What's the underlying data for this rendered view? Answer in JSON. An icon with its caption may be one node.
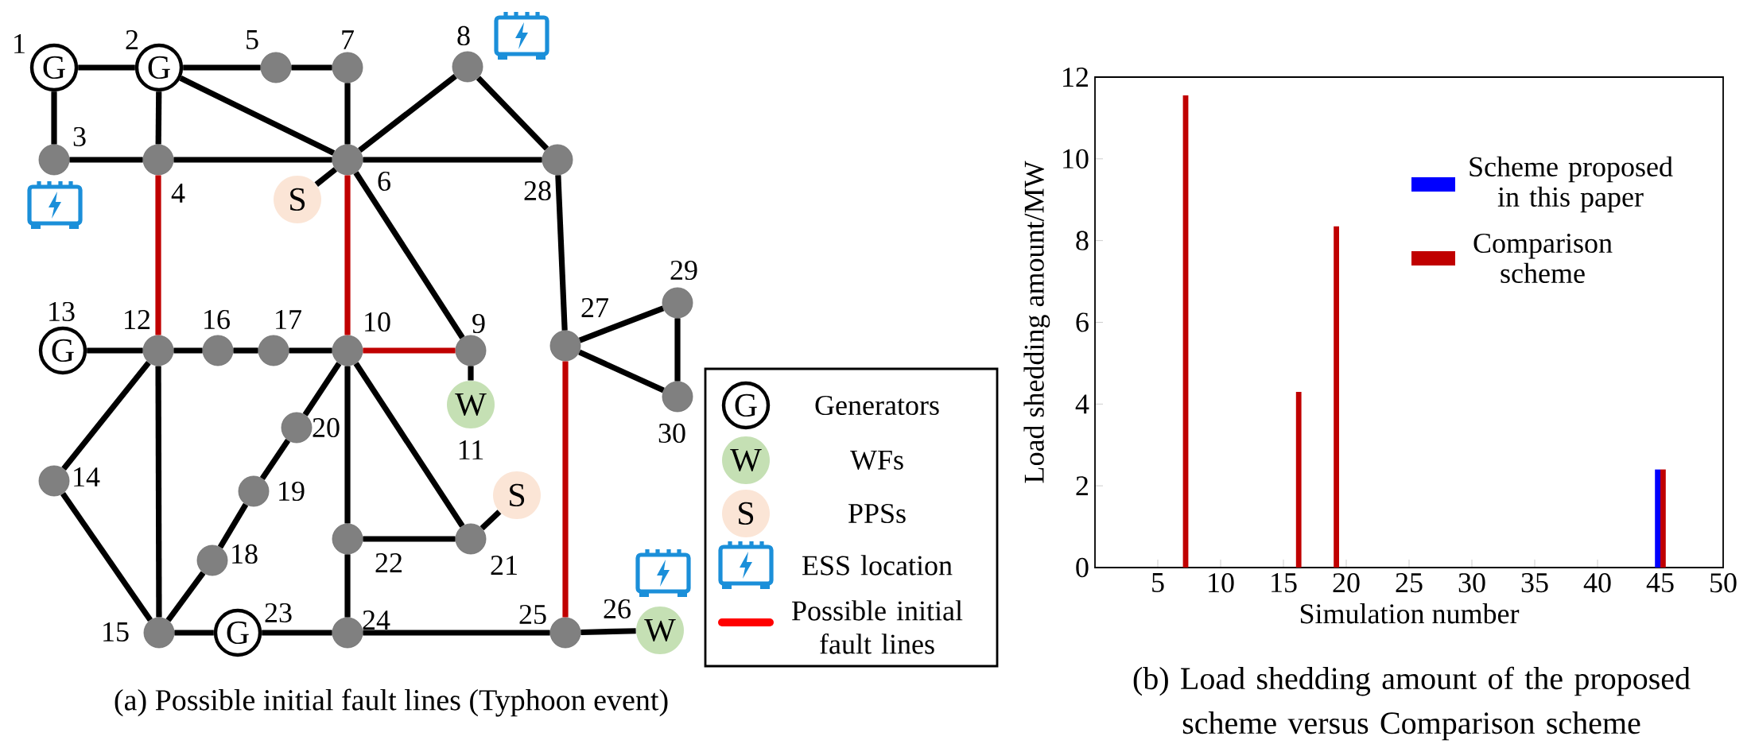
{
  "diagram": {
    "nodes": [
      {
        "text": [
          "G"
        ],
        "beside": [
          "1"
        ]
      },
      {
        "text": [
          "G"
        ],
        "beside": [
          "2"
        ]
      },
      {
        "text": [],
        "shape": "circle",
        "beside": [
          "3"
        ]
      },
      {
        "text": [],
        "shape": "circle",
        "beside": [
          "4"
        ]
      },
      {
        "text": [],
        "shape": "circle",
        "beside": [
          "5"
        ]
      },
      {
        "text": [],
        "shape": "circle",
        "beside": [
          "6"
        ]
      },
      {
        "text": [],
        "shape": "circle",
        "beside": [
          "7"
        ]
      },
      {
        "text": [],
        "shape": "circle",
        "beside": [
          "8"
        ]
      },
      {
        "text": [],
        "shape": "circle",
        "beside": [
          "9"
        ]
      },
      {
        "text": [],
        "shape": "circle",
        "beside": [
          "10"
        ]
      },
      {
        "text": [
          "W"
        ],
        "beside": [
          "11"
        ]
      },
      {
        "text": [],
        "shape": "circle",
        "beside": [
          "12"
        ]
      },
      {
        "text": [
          "G"
        ],
        "beside": [
          "13"
        ]
      },
      {
        "text": [],
        "shape": "circle",
        "beside": [
          "14"
        ]
      },
      {
        "text": [],
        "shape": "circle",
        "beside": [
          "15"
        ]
      },
      {
        "text": [],
        "shape": "circle",
        "beside": [
          "16"
        ]
      },
      {
        "text": [],
        "shape": "circle",
        "beside": [
          "17"
        ]
      },
      {
        "text": [],
        "shape": "circle",
        "beside": [
          "18"
        ]
      },
      {
        "text": [],
        "shape": "circle",
        "beside": [
          "19"
        ]
      },
      {
        "text": [],
        "shape": "circle",
        "beside": [
          "20"
        ]
      },
      {
        "text": [],
        "shape": "circle",
        "beside": [
          "21"
        ]
      },
      {
        "text": [],
        "shape": "circle",
        "beside": [
          "22"
        ]
      },
      {
        "text": [
          "G"
        ],
        "beside": [
          "23"
        ]
      },
      {
        "text": [],
        "shape": "circle",
        "beside": [
          "24"
        ]
      },
      {
        "text": [],
        "shape": "circle",
        "beside": [
          "25"
        ]
      },
      {
        "text": [
          "W"
        ],
        "beside": [
          "26"
        ]
      },
      {
        "text": [],
        "shape": "circle",
        "beside": [
          "27"
        ]
      },
      {
        "text": [],
        "shape": "circle",
        "beside": [
          "28"
        ]
      },
      {
        "text": [],
        "shape": "circle",
        "beside": [
          "29"
        ]
      },
      {
        "text": [],
        "shape": "circle",
        "beside": [
          "30"
        ]
      },
      {
        "text": [
          "S"
        ]
      },
      {
        "text": [
          "S"
        ]
      }
    ],
    "edges": [
      {
        "from": 0,
        "to": 1,
        "arrow": "none"
      },
      {
        "from": 0,
        "to": 2,
        "arrow": "none"
      },
      {
        "from": 1,
        "to": 4,
        "arrow": "none"
      },
      {
        "from": 4,
        "to": 6,
        "arrow": "none"
      },
      {
        "from": 1,
        "to": 3,
        "arrow": "none"
      },
      {
        "from": 1,
        "to": 5,
        "arrow": "none"
      },
      {
        "from": 2,
        "to": 3,
        "arrow": "none"
      },
      {
        "from": 3,
        "to": 5,
        "arrow": "none"
      },
      {
        "from": 6,
        "to": 5,
        "arrow": "none"
      },
      {
        "from": 5,
        "to": 7,
        "arrow": "none"
      },
      {
        "from": 7,
        "to": 27,
        "arrow": "none"
      },
      {
        "from": 5,
        "to": 27,
        "arrow": "none"
      },
      {
        "from": 30,
        "to": 5,
        "arrow": "none"
      },
      {
        "from": 3,
        "to": 11,
        "arrow": "none",
        "color": "#c00000"
      },
      {
        "from": 5,
        "to": 9,
        "arrow": "none",
        "color": "#c00000"
      },
      {
        "from": 5,
        "to": 8,
        "arrow": "none"
      },
      {
        "from": 27,
        "to": 26,
        "arrow": "none"
      },
      {
        "from": 26,
        "to": 28,
        "arrow": "none"
      },
      {
        "from": 26,
        "to": 29,
        "arrow": "none"
      },
      {
        "from": 28,
        "to": 29,
        "arrow": "none"
      },
      {
        "from": 12,
        "to": 11,
        "arrow": "none"
      },
      {
        "from": 11,
        "to": 15,
        "arrow": "none"
      },
      {
        "from": 15,
        "to": 16,
        "arrow": "none"
      },
      {
        "from": 16,
        "to": 9,
        "arrow": "none"
      },
      {
        "from": 9,
        "to": 8,
        "arrow": "none",
        "color": "#c00000"
      },
      {
        "from": 8,
        "to": 10,
        "arrow": "none"
      },
      {
        "from": 11,
        "to": 13,
        "arrow": "none"
      },
      {
        "from": 11,
        "to": 14,
        "arrow": "none"
      },
      {
        "from": 13,
        "to": 14,
        "arrow": "none"
      },
      {
        "from": 9,
        "to": 19,
        "arrow": "none"
      },
      {
        "from": 19,
        "to": 18,
        "arrow": "none"
      },
      {
        "from": 18,
        "to": 17,
        "arrow": "none"
      },
      {
        "from": 17,
        "to": 14,
        "arrow": "none"
      },
      {
        "from": 9,
        "to": 21,
        "arrow": "none"
      },
      {
        "from": 9,
        "to": 20,
        "arrow": "none"
      },
      {
        "from": 21,
        "to": 20,
        "arrow": "none"
      },
      {
        "from": 20,
        "to": 31,
        "arrow": "none"
      },
      {
        "from": 21,
        "to": 23,
        "arrow": "none"
      },
      {
        "from": 14,
        "to": 22,
        "arrow": "none"
      },
      {
        "from": 22,
        "to": 23,
        "arrow": "none"
      },
      {
        "from": 23,
        "to": 24,
        "arrow": "none"
      },
      {
        "from": 26,
        "to": 24,
        "arrow": "none",
        "color": "#c00000"
      },
      {
        "from": 24,
        "to": 25,
        "arrow": "none"
      }
    ],
    "labels": [
      "G",
      "W",
      "S",
      "(a) Possible initial fault lines (Typhoon event)",
      "(b) Load shedding amount of the proposed scheme versus Comparison scheme"
    ],
    "legend": [
      {
        "text": "Generators"
      },
      {
        "text": "WFs"
      },
      {
        "text": "PPSs"
      },
      {
        "text": "ESS location"
      },
      {
        "text": "Possible initial fault lines"
      }
    ],
    "chart_data": {
      "type": "bar",
      "xlabel": "Simulation number",
      "ylabel": "Load shedding amount/MW",
      "x": [
        1,
        2,
        3,
        4,
        5,
        6,
        7,
        8,
        9,
        10,
        11,
        12,
        13,
        14,
        15,
        16,
        17,
        18,
        19,
        20,
        21,
        22,
        23,
        24,
        25,
        26,
        27,
        28,
        29,
        30,
        31,
        32,
        33,
        34,
        35,
        36,
        37,
        38,
        39,
        40,
        41,
        42,
        43,
        44,
        45,
        46,
        47,
        48,
        49,
        50
      ],
      "series": [
        {
          "name": "Scheme proposed in this paper",
          "color": "#0000ff",
          "values": [
            0,
            0,
            0,
            0,
            0,
            0,
            0,
            0,
            0,
            0,
            0,
            0,
            0,
            0,
            0,
            0,
            0,
            0,
            0,
            0,
            0,
            0,
            0,
            0,
            0,
            0,
            0,
            0,
            0,
            0,
            0,
            0,
            0,
            0,
            0,
            0,
            0,
            0,
            0,
            0,
            0,
            0,
            0,
            0,
            2.4,
            0,
            0,
            0,
            0,
            0
          ]
        },
        {
          "name": "Comparison scheme",
          "color": "#c00000",
          "values": [
            0,
            0,
            0,
            0,
            0,
            0,
            11.55,
            0,
            0,
            0,
            0,
            0,
            0,
            0,
            0,
            4.3,
            0,
            0,
            8.35,
            0,
            0,
            0,
            0,
            0,
            0,
            0,
            0,
            0,
            0,
            0,
            0,
            0,
            0,
            0,
            0,
            0,
            0,
            0,
            0,
            0,
            0,
            0,
            0,
            0,
            2.4,
            0,
            0,
            0,
            0,
            0
          ]
        }
      ],
      "legend": "upper right",
      "xlim": [
        0,
        50
      ],
      "ylim": [
        0,
        12
      ],
      "xticks": [
        5,
        10,
        15,
        20,
        25,
        30,
        35,
        40,
        45,
        50
      ],
      "yticks": [
        0,
        2,
        4,
        6,
        8,
        10,
        12
      ]
    }
  }
}
